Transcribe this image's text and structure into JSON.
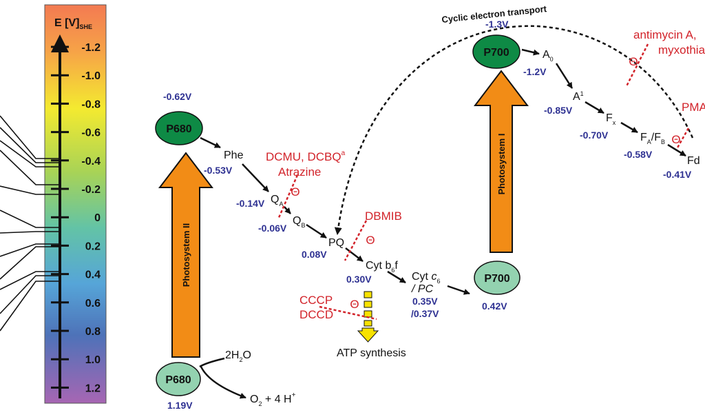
{
  "scale": {
    "title": "E [V]",
    "title_sub": "SHE",
    "ticks": [
      "-1.2",
      "-1.0",
      "-0.8",
      "-0.6",
      "-0.4",
      "-0.2",
      "0",
      "0.2",
      "0.4",
      "0.6",
      "0.8",
      "1.0",
      "1.2"
    ]
  },
  "photosystems": {
    "ps2": "Photosystem II",
    "ps1": "Photosystem I"
  },
  "nodes": {
    "p680_excited": "P680",
    "p680_ground": "P680",
    "p700_excited": "P700",
    "p700_ground": "P700",
    "phe": "Phe",
    "qa": "Q",
    "qa_sub": "A",
    "qb": "Q",
    "qb_sub": "B",
    "pq": "PQ",
    "cytb6f": "Cyt b",
    "cytb6f_sub": "6",
    "cytb6f_end": "f",
    "cytc6": "Cyt ",
    "cytc6_italic": "c",
    "cytc6_sub": "6",
    "cytc6_line2": "/ PC",
    "a0": "A",
    "a0_sub": "0",
    "a1": "A",
    "a1_sub": "1",
    "fx": "F",
    "fx_sub": "x",
    "fafb_a": "F",
    "fafb_a_sub": "A",
    "fafb_slash": "/F",
    "fafb_b_sub": "B",
    "fd": "Fd",
    "water": "2H",
    "water_sub": "2",
    "water_end": "O",
    "oxygen": "O",
    "oxygen_sub": "2",
    "oxygen_end": " + 4 H",
    "oxygen_sup": "+",
    "atp": "ATP synthesis",
    "cyclic": "Cyclic electron transport"
  },
  "potentials": {
    "p680_excited": "-0.62V",
    "p680_ground": "1.19V",
    "phe": "-0.53V",
    "qa": "-0.14V",
    "qb": "-0.06V",
    "pq": "0.08V",
    "cytb6f": "0.30V",
    "cytc6_a": "0.35V",
    "cytc6_b": "/0.37V",
    "p700_ground": "0.42V",
    "p700_excited": "-1.3V",
    "a0": "-1.2V",
    "a1": "-0.85V",
    "fx": "-0.70V",
    "fafb": "-0.58V",
    "fd": "-0.41V"
  },
  "inhibitors": {
    "dcmu_line1": "DCMU, DCBQ",
    "dcmu_sup": "a",
    "dcmu_line2": "Atrazine",
    "dbmib": "DBMIB",
    "cccp": "CCCP",
    "dccd": "DCCD",
    "antimycin_line1": "antimycin A,",
    "antimycin_line2": "myxothia",
    "pma": "PMA",
    "symbol": "Θ"
  },
  "colors": {
    "potential_text": "#2e3192",
    "inhibitor_text": "#d2232a",
    "excited_node": "#0e8a45",
    "ground_node": "#93d2b0",
    "photosystem_arrow": "#f28c16",
    "atp_arrow": "#f7e200"
  }
}
